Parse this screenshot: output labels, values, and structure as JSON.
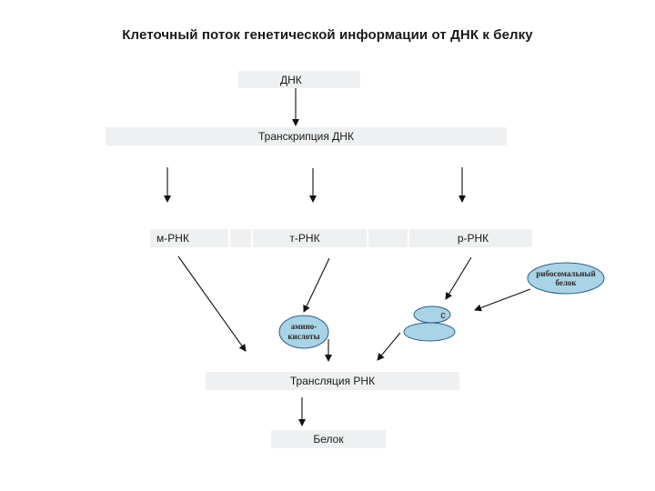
{
  "title": "Клеточный поток генетической информации от ДНК к белку",
  "nodes": {
    "dna": "ДНК",
    "transcription": "Транскрипция ДНК",
    "mrna": "м-РНК",
    "trna": "т-РНК",
    "rrna": "р-РНК",
    "ribosomal_protein": "рибосомальный белок",
    "amino_acids": "амино- кислоты",
    "ribosome_letter": "с",
    "translation": "Трансляция РНК",
    "protein": "Белок"
  },
  "colors": {
    "box_fill": "#eef0f1",
    "ellipse_fill": "#a9d3e6",
    "ellipse_stroke": "#2f5f85",
    "arrow": "#111111"
  }
}
